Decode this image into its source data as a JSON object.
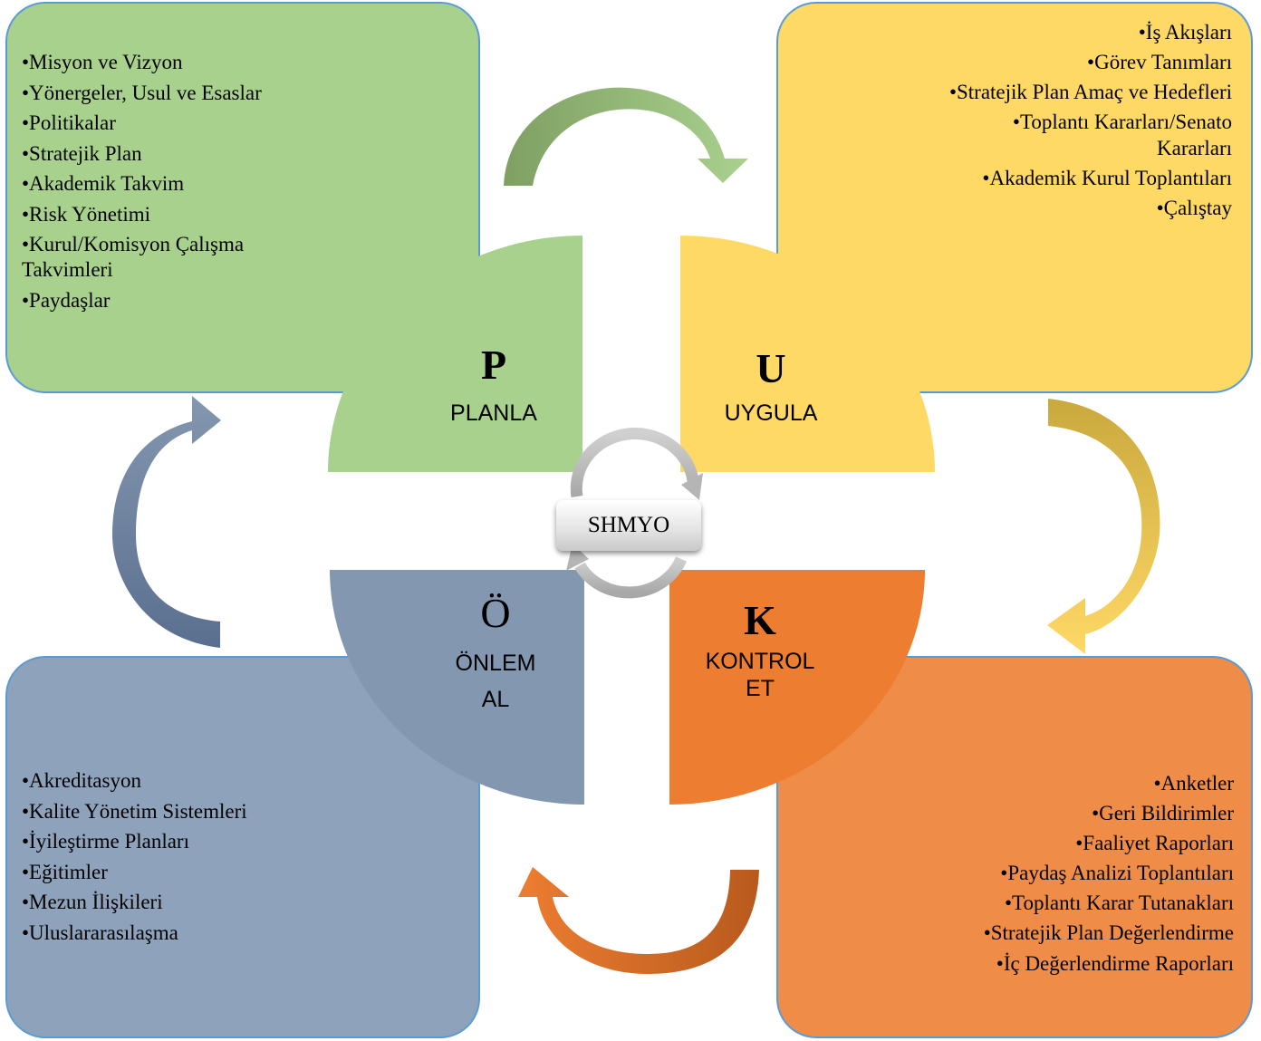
{
  "center": {
    "label": "SHMYO"
  },
  "quadrants": {
    "plan": {
      "letter": "P",
      "label": "PLANLA",
      "color": "#a9d18e",
      "items": [
        "•Misyon ve Vizyon",
        "•Yönergeler, Usul ve Esaslar",
        "•Politikalar",
        "•Stratejik Plan",
        "•Akademik Takvim",
        "•Risk Yönetimi",
        "•Kurul/Komisyon Çalışma Takvimleri",
        "•Paydaşlar"
      ]
    },
    "do": {
      "letter": "U",
      "label": "UYGULA",
      "color": "#ffd966",
      "items": [
        "•İş Akışları",
        "•Görev Tanımları",
        "•Stratejik Plan Amaç ve Hedefleri",
        "•Toplantı Kararları/Senato Kararları",
        "•Akademik Kurul Toplantıları",
        "•Çalıştay"
      ]
    },
    "check": {
      "letter": "K",
      "label_lines": [
        "KONTROL",
        "ET"
      ],
      "color": "#ed7d31",
      "items": [
        "•Anketler",
        "•Geri Bildirimler",
        "•Faaliyet Raporları",
        "•Paydaş Analizi Toplantıları",
        "•Toplantı Karar Tutanakları",
        "•Stratejik Plan Değerlendirme",
        "•İç Değerlendirme Raporları"
      ]
    },
    "act": {
      "letter": "Ö",
      "label_lines": [
        "ÖNLEM",
        "AL"
      ],
      "color": "#8497b0",
      "items": [
        "•Akreditasyon",
        "•Kalite Yönetim Sistemleri",
        "•İyileştirme Planları",
        "•Eğitimler",
        "•Mezun İlişkileri",
        "•Uluslararasılaşma"
      ]
    }
  }
}
